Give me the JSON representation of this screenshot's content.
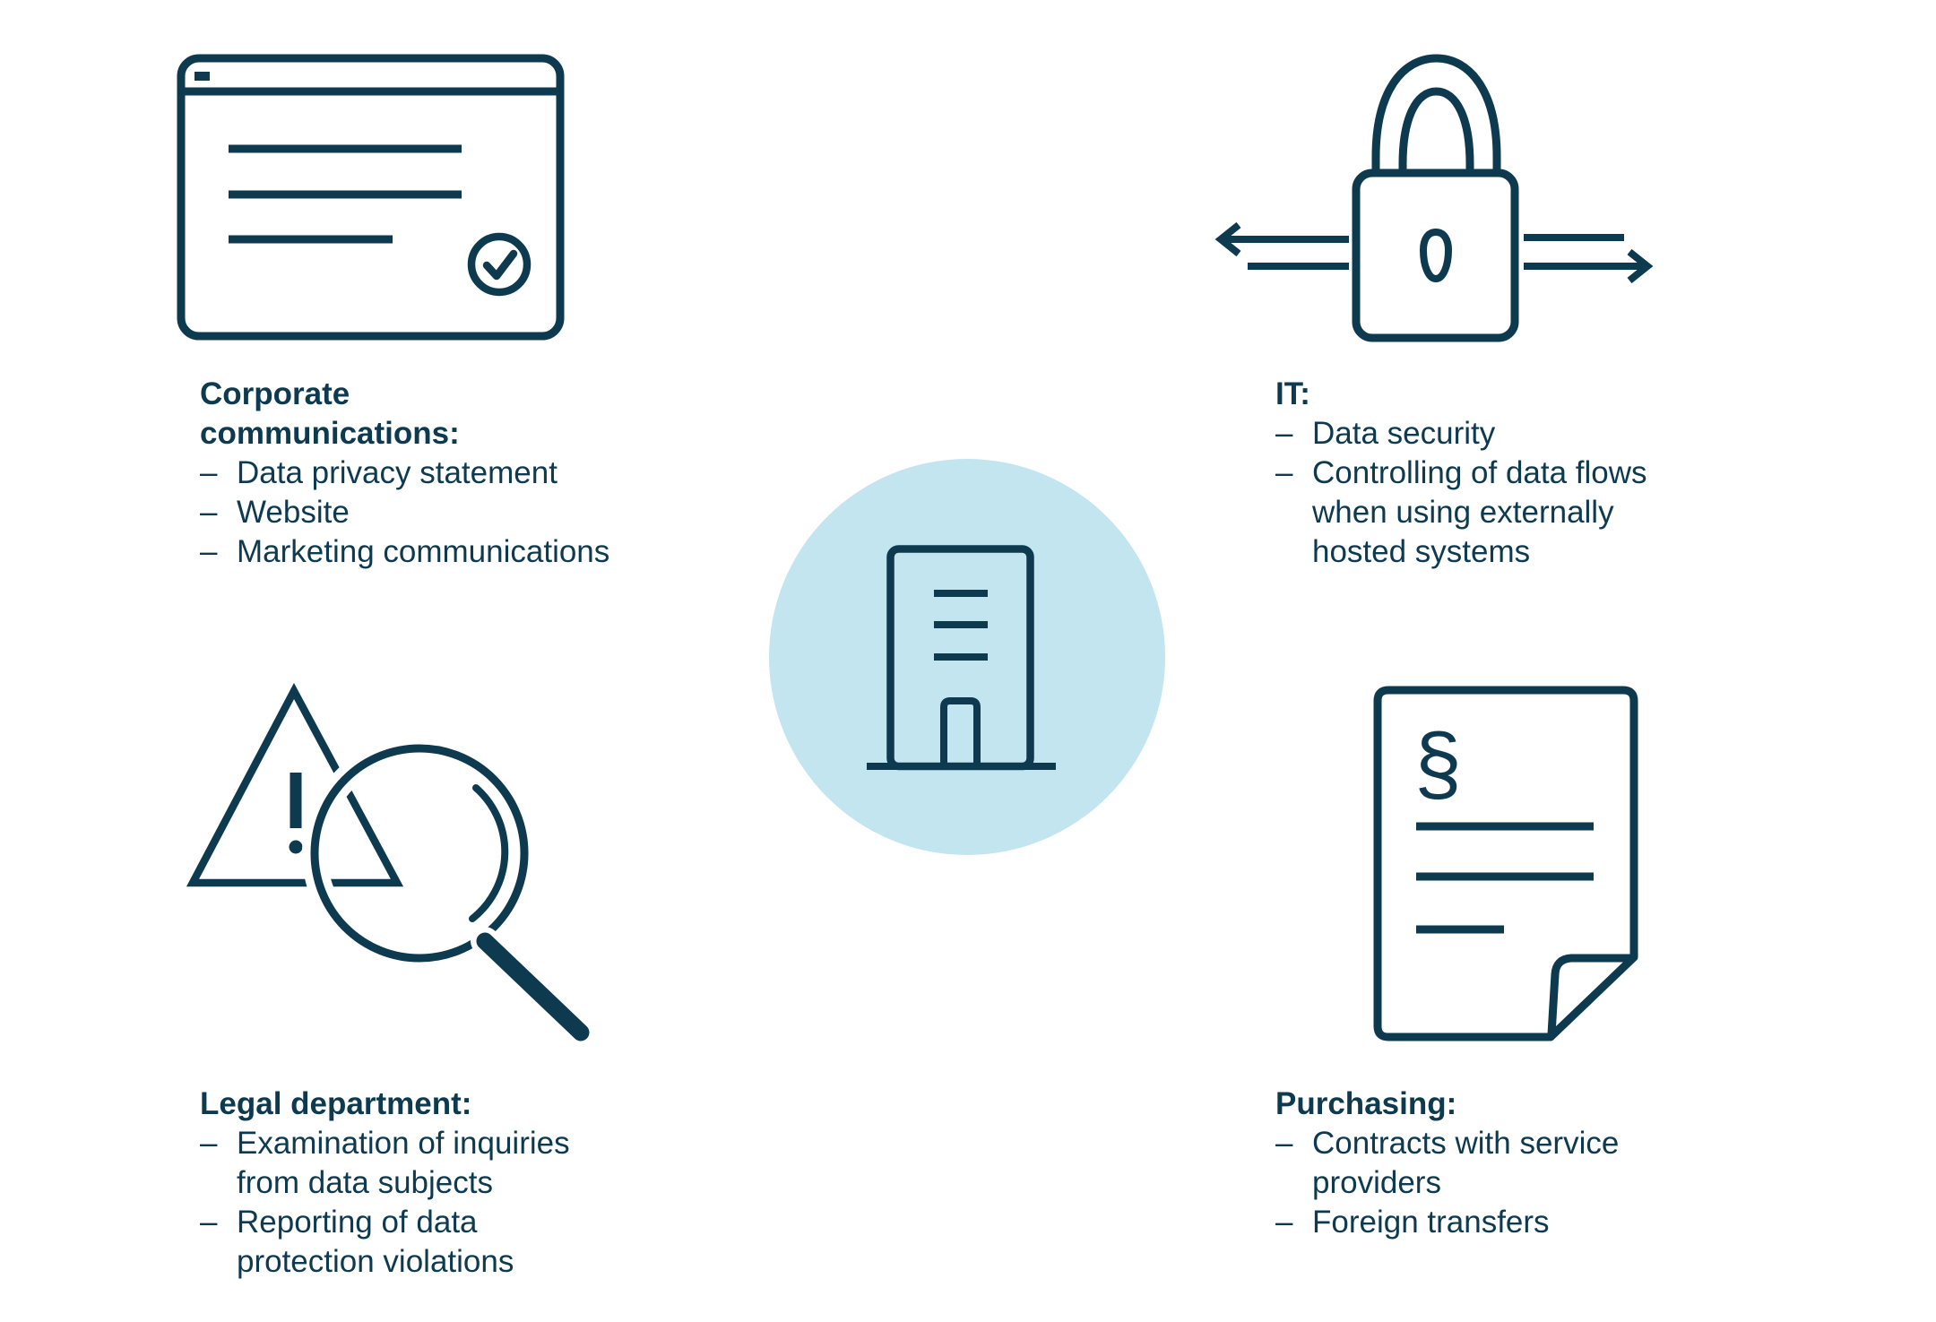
{
  "colors": {
    "ink": "#0e3a4f",
    "circle_fill": "#c2e5f0",
    "background": "#ffffff"
  },
  "bullet_char": "–",
  "center": {
    "icon": "company-building-icon"
  },
  "sections": [
    {
      "id": "corporate-communications",
      "icon": "browser-window-check-icon",
      "title_lines": [
        "Corporate",
        "communications:"
      ],
      "items": [
        {
          "lines": [
            "Data privacy statement"
          ]
        },
        {
          "lines": [
            "Website"
          ]
        },
        {
          "lines": [
            "Marketing communications"
          ]
        }
      ]
    },
    {
      "id": "it",
      "icon": "padlock-data-flows-icon",
      "title_lines": [
        "IT:"
      ],
      "items": [
        {
          "lines": [
            "Data security"
          ]
        },
        {
          "lines": [
            "Controlling of data flows",
            "when using externally",
            "hosted systems"
          ]
        }
      ]
    },
    {
      "id": "legal-department",
      "icon": "warning-magnifier-icon",
      "title_lines": [
        "Legal department:"
      ],
      "items": [
        {
          "lines": [
            "Examination of inquiries",
            "from data subjects"
          ]
        },
        {
          "lines": [
            "Reporting of data",
            "protection violations"
          ]
        }
      ]
    },
    {
      "id": "purchasing",
      "icon": "paragraph-document-icon",
      "paragraph_symbol": "§",
      "title_lines": [
        "Purchasing:"
      ],
      "items": [
        {
          "lines": [
            "Contracts with service",
            "providers"
          ]
        },
        {
          "lines": [
            "Foreign transfers"
          ]
        }
      ]
    }
  ]
}
